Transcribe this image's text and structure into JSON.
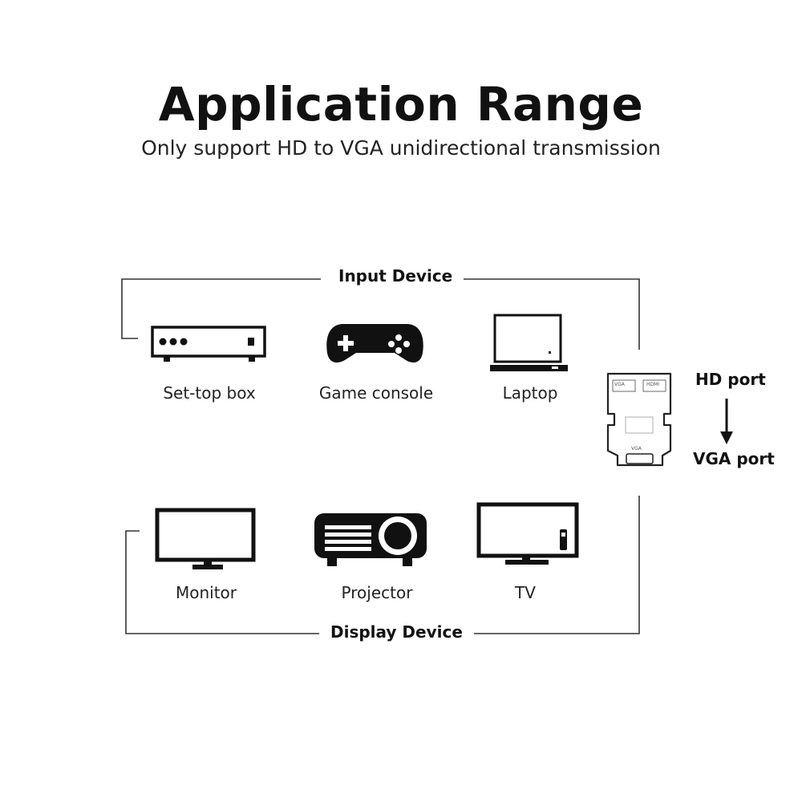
{
  "header": {
    "title": "Application Range",
    "subtitle": "Only support HD to VGA unidirectional transmission"
  },
  "input_group": {
    "label": "Input Device",
    "devices": [
      {
        "label": "Set-top box",
        "icon": "set-top-box-icon"
      },
      {
        "label": "Game console",
        "icon": "game-controller-icon"
      },
      {
        "label": "Laptop",
        "icon": "laptop-icon"
      }
    ]
  },
  "display_group": {
    "label": "Display Device",
    "devices": [
      {
        "label": "Monitor",
        "icon": "monitor-icon"
      },
      {
        "label": "Projector",
        "icon": "projector-icon"
      },
      {
        "label": "TV",
        "icon": "tv-icon"
      }
    ]
  },
  "adapter": {
    "icon": "hdmi-vga-adapter-icon",
    "top_port_text": "HD port",
    "bottom_port_text": "VGA port",
    "engraving_left": "VGA",
    "engraving_right": "HDMI",
    "engraving_bottom": "VGA"
  },
  "colors": {
    "line": "#333333",
    "icon": "#111111",
    "background": "#ffffff"
  }
}
